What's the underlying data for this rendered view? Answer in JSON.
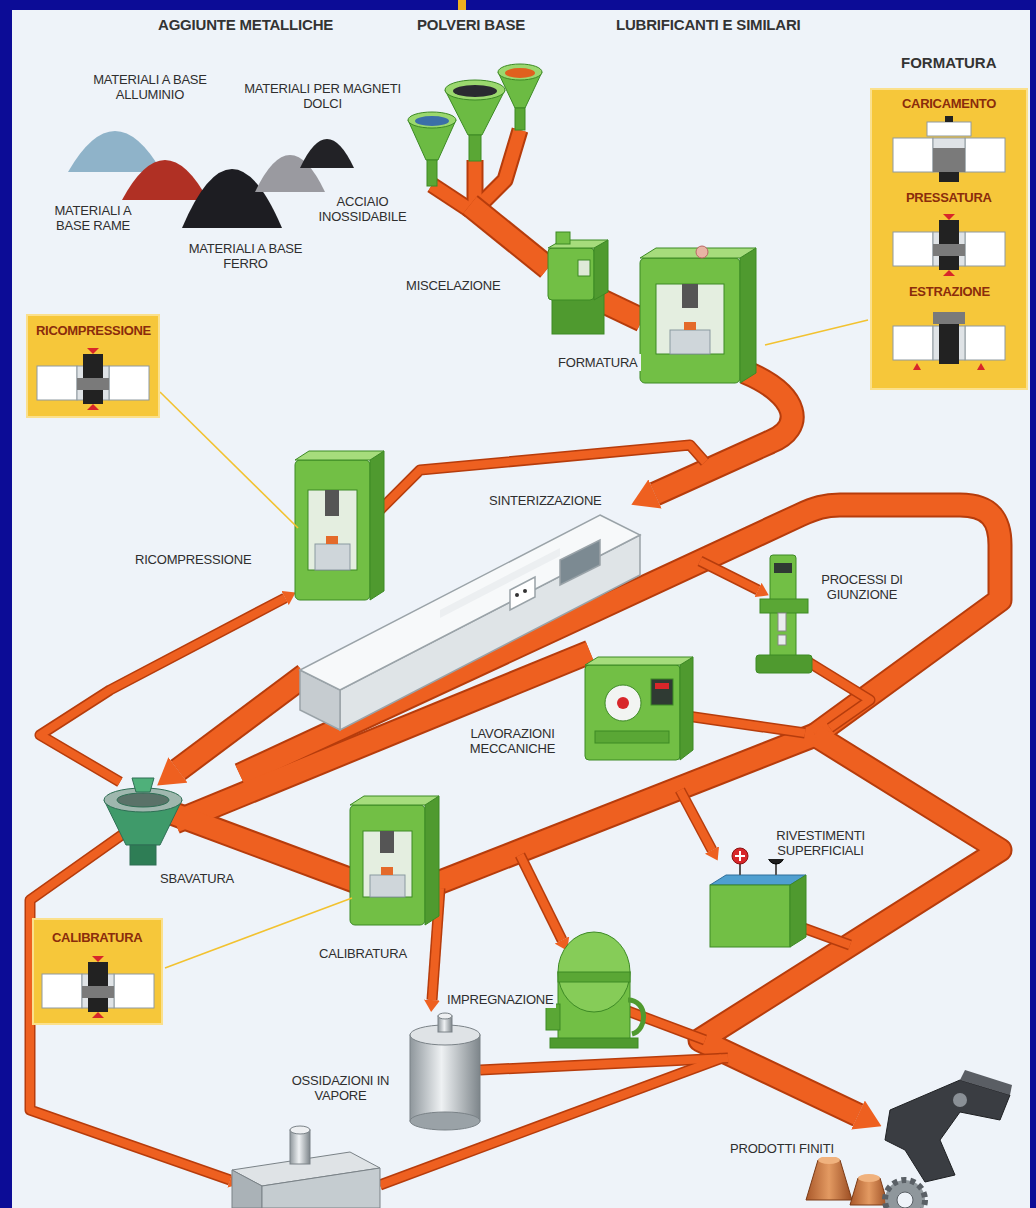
{
  "diagram": {
    "nodes": [
      {
        "text": [
          "FORMATURA",
          "CARICAMENTO",
          "PRESSATURA",
          "ESTRAZIONE"
        ]
      },
      {
        "text": [
          "RICOMPRESSIONE"
        ]
      },
      {
        "text": [
          "CALIBRATURA"
        ]
      }
    ],
    "labels": [
      "AGGIUNTE METALLICHE",
      "POLVERI BASE",
      "LUBRIFICANTI E SIMILARI",
      "MATERIALI A BASE ALLUMINIO",
      "MATERIALI PER MAGNETI DOLCI",
      "MATERIALI A BASE RAME",
      "ACCIAIO INOSSIDABILE",
      "MATERIALI A BASE FERRO",
      "MISCELAZIONE",
      "FORMATURA",
      "SINTERIZZAZIONE",
      "RICOMPRESSIONE",
      "PROCESSI DI GIUNZIONE",
      "LAVORAZIONI MECCANICHE",
      "SBAVATURA",
      "RIVESTIMENTI SUPERFICIALI",
      "CALIBRATURA",
      "IMPREGNAZIONE",
      "OSSIDAZIONI IN VAPORE",
      "PRODOTTI FINITI"
    ]
  }
}
